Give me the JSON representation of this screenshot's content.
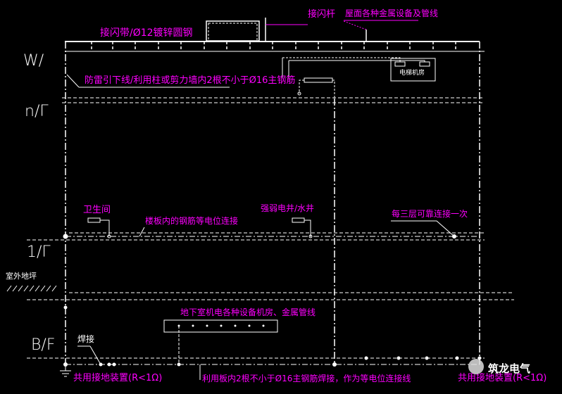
{
  "levels": {
    "roof": "W/",
    "n": "n/Γ",
    "first": "1/Γ",
    "basement": "B/F"
  },
  "labels": {
    "air_terminal": "接闪杆",
    "roof_metal": "屋面各种金属设备及管线",
    "lightning_strip": "接闪带/Ø12镀锌圆钢",
    "down_conductor": "防雷引下线/利用柱或剪力墙内2根不小于Ø16主钢筋",
    "elevator_room": "电梯机房",
    "outdoor_grade": "室外地坪",
    "toilet": "卫生间",
    "slab_rebar": "楼板内的钢筋等电位连接",
    "shaft": "强弱电井/水井",
    "every_three_floors": "每三层可靠连接一次",
    "basement_equipment": "地下室机电各种设备机房、金属管线",
    "weld": "焊接",
    "grounding_left": "共用接地装置(R<1Ω)",
    "slab_bond": "利用板内2根不小于Ø16主钢筋焊接，作为等电位连接线",
    "grounding_right": "共用接地装置(R<1Ω)"
  },
  "watermark": "筑龙电气",
  "colors": {
    "line": "#ffffff",
    "text": "#ff00ff",
    "background": "#000000"
  }
}
